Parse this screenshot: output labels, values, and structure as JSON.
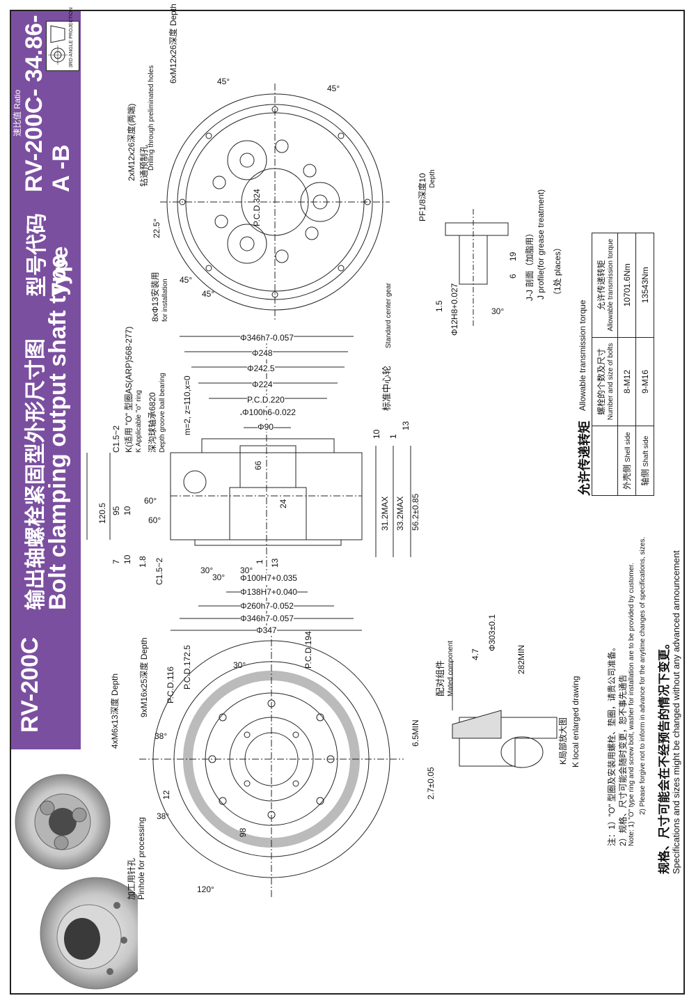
{
  "header": {
    "model": "RV-200C",
    "title_cn": "输出轴螺栓紧固型外形尺寸图",
    "title_en": "Bolt clamping output shaft type",
    "type_cn": "型号代码",
    "type_en": "Type",
    "code": "RV-200C- 34.86- A -B",
    "ratio_label": "速比值 Ratio",
    "projection_label": "3RD ANGLE PROJECTION"
  },
  "top_view": {
    "depth_label": "6xM12x26深度 Depth",
    "holes_cn": "2xM12x26深度(两端)",
    "holes_en": "Drilling through preliminated holes",
    "drill_cn": "钻通预制孔",
    "angle_45a": "45°",
    "angle_45b": "45°",
    "angle_45c": "45°",
    "angle_45d": "45°",
    "angle_22": "22.5°",
    "pcd": "P.C.D.324",
    "install_cn": "8xΦ13安装用",
    "install_en": "for installation"
  },
  "section_view": {
    "c15_top": "C1.5~2",
    "k_cn": "K(适用 \"O\" 型圈AS(ARP)568-277)",
    "k_en": "K Applicable \"o\" ring",
    "bearing_cn": "深沟球轴承6820",
    "bearing_en": "Depth groove ball bearing",
    "gear_params": "m=2, z=110,x=0",
    "d346a": "Φ346h7-0.057",
    "d248": "Φ248",
    "d2425": "Φ242.5",
    "d224": "Φ224",
    "pcd220": "P.C.D.220",
    "d100a": "Φ100h6-0.022",
    "d90": "Φ90",
    "center_gear_cn": "标准中心轮",
    "center_gear_en": "Standard center gear",
    "dim_1205": "120.5",
    "dim_95": "95",
    "dim_10a": "10",
    "dim_60a": "60°",
    "dim_60b": "60°",
    "dim_66": "66",
    "dim_24": "24",
    "dim_10b": "10",
    "dim_1a": "1",
    "dim_13a": "13",
    "dim_312": "31.2MAX",
    "dim_332": "33.2MAX",
    "dim_562": "56.2±0.85",
    "dim_7": "7",
    "dim_10c": "10",
    "dim_18": "1.8",
    "c15_bot": "C1.5~2",
    "dim_30a": "30°",
    "dim_30b": "30°",
    "dim_30c": "30°",
    "dim_1b": "1",
    "dim_13b": "13",
    "d100h7": "Φ100H7+0.035",
    "d138": "Φ138H7+0.040",
    "d260": "Φ260h7-0.052",
    "d346b": "Φ346h7-0.057",
    "d347": "Φ347"
  },
  "jj_view": {
    "pf": "PF1/8深度10",
    "depth": "Depth",
    "dim_15": "1.5",
    "dim_6": "6",
    "dim_19": "19",
    "d12": "Φ12H8+0.027",
    "ang30": "30°",
    "title_cn": "J-J 剖面（加脂用）",
    "title_en": "J profile(for grease treatment)",
    "places": "（1处 places）"
  },
  "bottom_view": {
    "holes4": "4xM6x13深度 Depth",
    "holes9": "9xM16x25深度 Depth",
    "pcd1725": "P.C.D.172.5",
    "pcd116": "P.C.D.116",
    "pcd194": "P.C.D.194",
    "ang30": "30°",
    "ang38a": "38°",
    "ang38b": "38°",
    "dim_12": "12",
    "dim_98": "98",
    "ang120": "120°",
    "pinhole_cn": "加工用针孔",
    "pinhole_en": "Pinhole for processing"
  },
  "k_view": {
    "mated_cn": "配对组件",
    "mated_en": "Mated component",
    "d303": "Φ303±0.1",
    "dim_47": "4.7",
    "dim_282": "282MIN",
    "dim_65": "6.5MIN",
    "dim_27": "2.7±0.05",
    "title_cn": "K局部放大图",
    "title_en": "K local enlarged drawing"
  },
  "torque": {
    "title_cn": "允许传递转矩",
    "title_en": "Allowable transmission torque",
    "col_side": "",
    "col_bolts_cn": "螺栓的个数及尺寸",
    "col_bolts_en": "Number and size of bolts",
    "col_torque_cn": "允许传递转矩",
    "col_torque_en": "Allowable transmission torque",
    "rows": [
      {
        "side_cn": "外壳侧",
        "side_en": "Shell side",
        "bolts": "8-M12",
        "torque": "10701.6Nm"
      },
      {
        "side_cn": "轴侧",
        "side_en": "Shaft side",
        "bolts": "9-M16",
        "torque": "13543Nm"
      }
    ]
  },
  "notes": {
    "n1_cn": "注：1）\"O\" 型圈及安装用螺栓、垫圈，请贵公司准备。",
    "n2_cn": "2）规格、尺寸可能会随时变更，恕不事先通告",
    "n1_en": "Note: 1) \"O\" type ring and screw bolt, washer for installation are to be provided by customer.",
    "n2_en": "2) Please forgive not to inform in advance for the anytime changes of specifications, sizes.",
    "footer_cn": "规格、尺寸可能会在不经预告的情况下变更。",
    "footer_en": "Specifications and sizes might be changed without any advanced announcement"
  }
}
